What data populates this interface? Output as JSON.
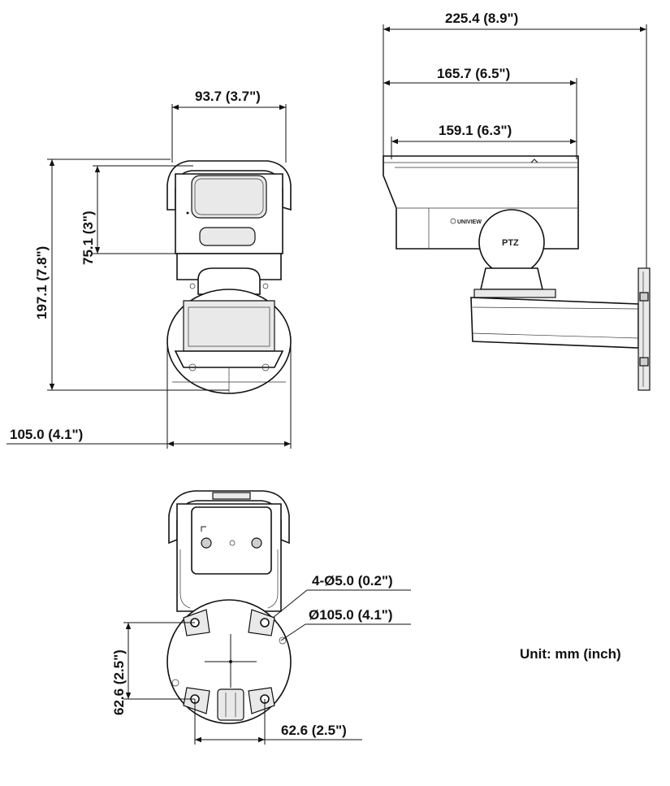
{
  "dimensions": {
    "total_length": "225.4 (8.9\")",
    "housing_length": "165.7 (6.5\")",
    "housing_top_length": "159.1 (6.3\")",
    "front_width": "93.7 (3.7\")",
    "total_height": "197.1 (7.8\")",
    "window_height": "75.1 (3\")",
    "base_width": "105.0 (4.1\")",
    "mount_holes": "4-Ø5.0 (0.2\")",
    "base_diameter": "Ø105.0 (4.1\")",
    "hole_spacing_vertical": "62.6 (2.5\")",
    "hole_spacing_horizontal": "62.6 (2.5\")"
  },
  "unit_label": "Unit: mm (inch)",
  "labels": {
    "logo_text": "UNIVIEW",
    "ptz_badge": "PTZ"
  }
}
